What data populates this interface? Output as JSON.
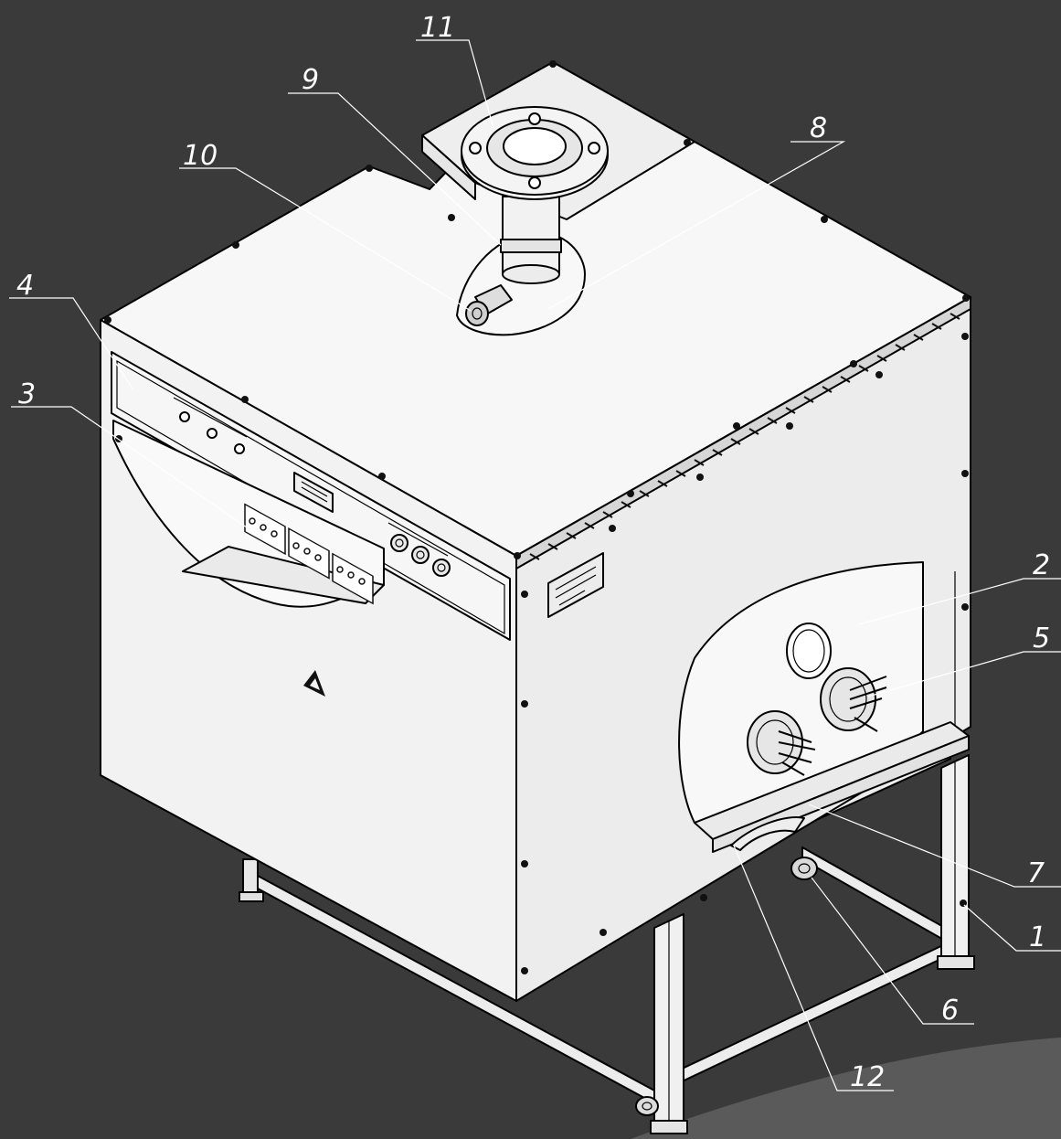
{
  "diagram": {
    "callouts": [
      {
        "id": "1",
        "label": "1"
      },
      {
        "id": "2",
        "label": "2"
      },
      {
        "id": "3",
        "label": "3"
      },
      {
        "id": "4",
        "label": "4"
      },
      {
        "id": "5",
        "label": "5"
      },
      {
        "id": "6",
        "label": "6"
      },
      {
        "id": "7",
        "label": "7"
      },
      {
        "id": "8",
        "label": "8"
      },
      {
        "id": "9",
        "label": "9"
      },
      {
        "id": "10",
        "label": "10"
      },
      {
        "id": "11",
        "label": "11"
      },
      {
        "id": "12",
        "label": "12"
      }
    ],
    "colors": {
      "background": "#3a3a3a",
      "background_accent": "#5c5c5c",
      "body": "#f4f4f4",
      "body_shade": "#e2e2e2",
      "line": "#000000",
      "callout": "#ffffff"
    }
  }
}
